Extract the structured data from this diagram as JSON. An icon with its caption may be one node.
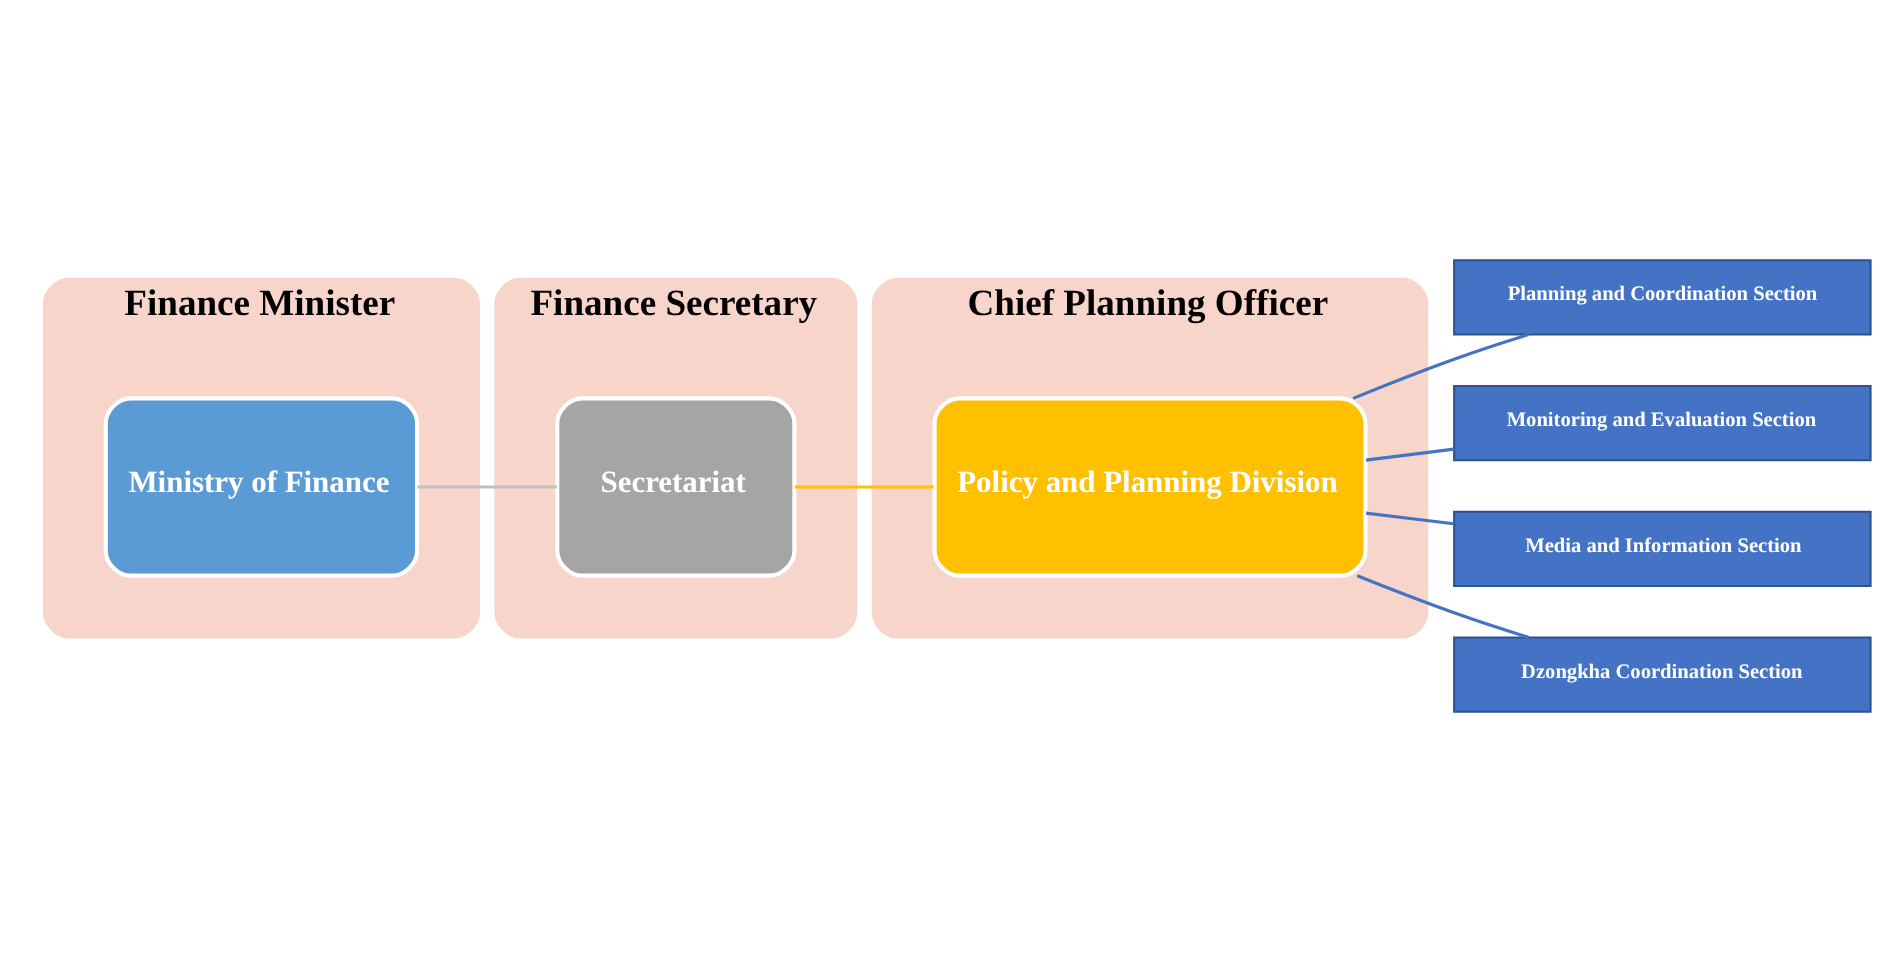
{
  "diagram": {
    "nodes": [
      {
        "text": [
          "Finance Minister"
        ]
      },
      {
        "text": [
          "Ministry of Finance"
        ],
        "in": 0
      },
      {
        "text": [
          "Finance Secretary"
        ]
      },
      {
        "text": [
          "Secretariat"
        ],
        "in": 2
      },
      {
        "text": [
          "Chief Planning Officer"
        ]
      },
      {
        "text": [
          "Policy and Planning Division"
        ],
        "in": 4
      },
      {
        "text": [
          "Planning and Coordination Section"
        ]
      },
      {
        "text": [
          "Monitoring and Evaluation Section"
        ]
      },
      {
        "text": [
          "Media and Information Section"
        ]
      },
      {
        "text": [
          "Dzongkha Coordination Section"
        ]
      }
    ],
    "edges": [
      {
        "from": 1,
        "to": 3,
        "arrow": "none",
        "color": "#bfbfbf"
      },
      {
        "from": 3,
        "to": 5,
        "arrow": "none",
        "color": "#ffc000"
      },
      {
        "from": 5,
        "to": 6,
        "arrow": "none"
      },
      {
        "from": 5,
        "to": 7,
        "arrow": "none"
      },
      {
        "from": 5,
        "to": 8,
        "arrow": "none"
      },
      {
        "from": 5,
        "to": 9,
        "arrow": "none"
      }
    ]
  }
}
